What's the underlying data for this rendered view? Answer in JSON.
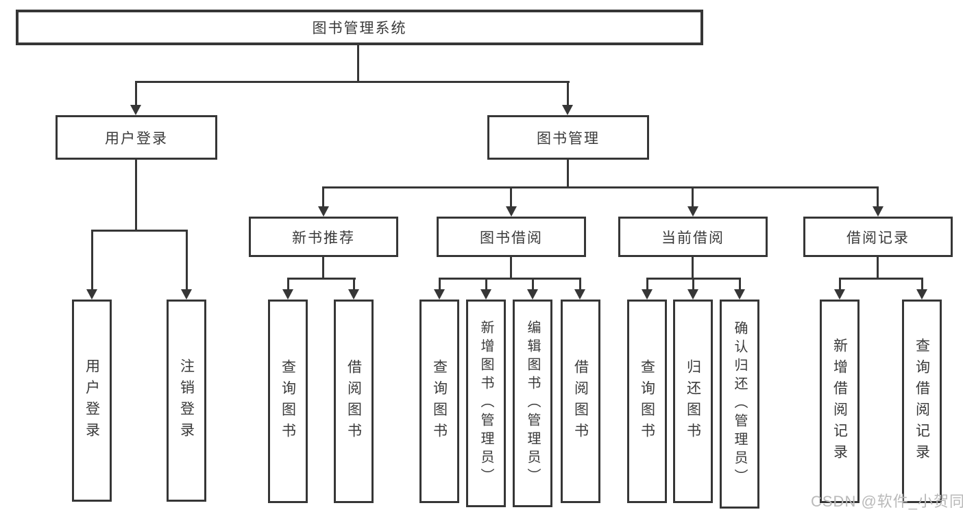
{
  "diagram": {
    "root": {
      "label": "图书管理系统"
    },
    "level2": [
      {
        "label": "用户登录"
      },
      {
        "label": "图书管理"
      }
    ],
    "level3": [
      {
        "label": "新书推荐"
      },
      {
        "label": "图书借阅"
      },
      {
        "label": "当前借阅"
      },
      {
        "label": "借阅记录"
      }
    ],
    "leaves": [
      {
        "label": "用户登录"
      },
      {
        "label": "注销登录"
      },
      {
        "label": "查询图书"
      },
      {
        "label": "借阅图书"
      },
      {
        "label": "查询图书"
      },
      {
        "label": "新增图书（管理员）"
      },
      {
        "label": "编辑图书（管理员）"
      },
      {
        "label": "借阅图书"
      },
      {
        "label": "查询图书"
      },
      {
        "label": "归还图书"
      },
      {
        "label": "确认归还（管理员）"
      },
      {
        "label": "新增借阅记录"
      },
      {
        "label": "查询借阅记录"
      }
    ]
  },
  "watermark": {
    "text": "CSDN @软件_小贺同学"
  },
  "colors": {
    "line": "#363636",
    "text": "#3a3a3a",
    "watermark": "#b9b9b9",
    "background": "#ffffff"
  }
}
